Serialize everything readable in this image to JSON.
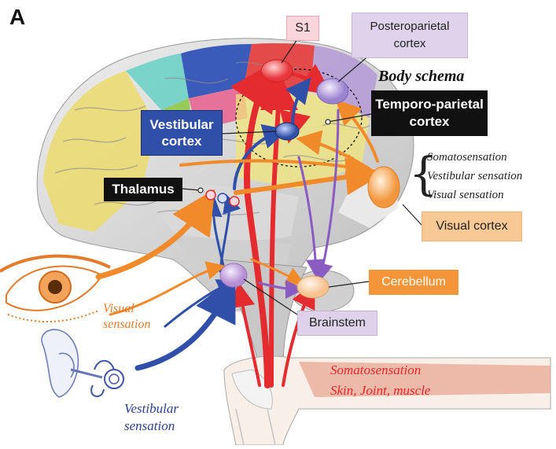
{
  "panel_letter": "A",
  "labels": {
    "s1": "S1",
    "posteroparietal": "Posteroparietal\ncortex",
    "body_schema": "Body schema",
    "temporo_parietal": "Temporo-parietal\ncortex",
    "vestibular_cortex": "Vestibular\ncortex",
    "thalamus": "Thalamus",
    "visual_cortex": "Visual cortex",
    "cerebellum": "Cerebellum",
    "brainstem": "Brainstem"
  },
  "sensations_list": [
    "Somatosensation",
    "Vestibular sensation",
    "Visual sensation"
  ],
  "inputs": {
    "visual": "Visual\nsensation",
    "vestibular": "Vestibular\nsensation",
    "somatosensation": "Somatosensation\n Skin, Joint, muscle"
  },
  "colors": {
    "visual_pathway": "#f08a2a",
    "vestibular_pathway": "#2f4fa8",
    "somatosensory_pathway": "#e42b2f",
    "s1_node": "#e8363c",
    "posteroparietal_node": "#a78fd3",
    "vestibular_node": "#2f4fa8",
    "visual_cortex_node": "#f5a04b",
    "brainstem_node": "#c6a6dc",
    "cerebellum_node": "#f7c99a"
  }
}
